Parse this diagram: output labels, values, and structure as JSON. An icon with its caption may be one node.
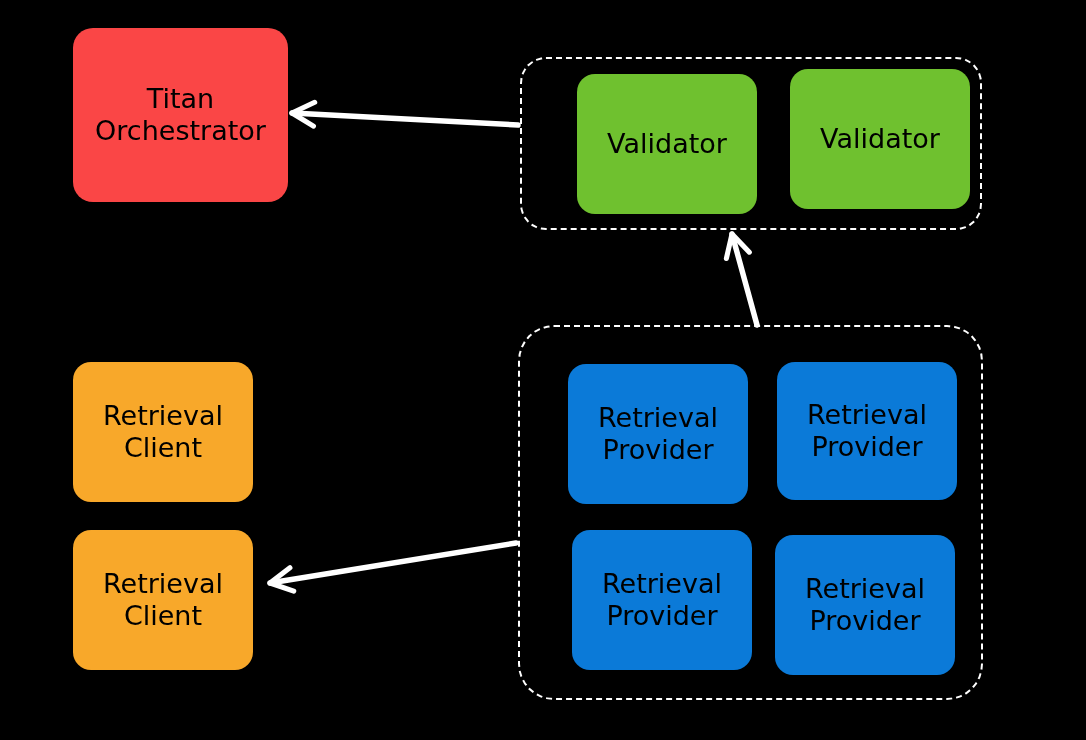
{
  "diagram": {
    "nodes": [
      {
        "text": [
          "Titan Orchestrator"
        ]
      },
      {
        "text": [],
        "shape": "box"
      },
      {
        "text": [
          "Validator"
        ],
        "in": 1
      },
      {
        "text": [
          "Validator"
        ],
        "in": 1
      },
      {
        "text": [],
        "shape": "box"
      },
      {
        "text": [
          "Retrieval Provider"
        ],
        "in": 4
      },
      {
        "text": [
          "Retrieval Provider"
        ],
        "in": 4
      },
      {
        "text": [
          "Retrieval Provider"
        ],
        "in": 4
      },
      {
        "text": [
          "Retrieval Provider"
        ],
        "in": 4
      },
      {
        "text": [
          "Retrieval Client"
        ]
      },
      {
        "text": [
          "Retrieval Client"
        ]
      }
    ],
    "edges": [
      {
        "from": 1,
        "to": 0,
        "arrow": "to"
      },
      {
        "from": 4,
        "to": 1,
        "arrow": "to"
      },
      {
        "from": 4,
        "to": 10,
        "arrow": "to"
      }
    ]
  }
}
